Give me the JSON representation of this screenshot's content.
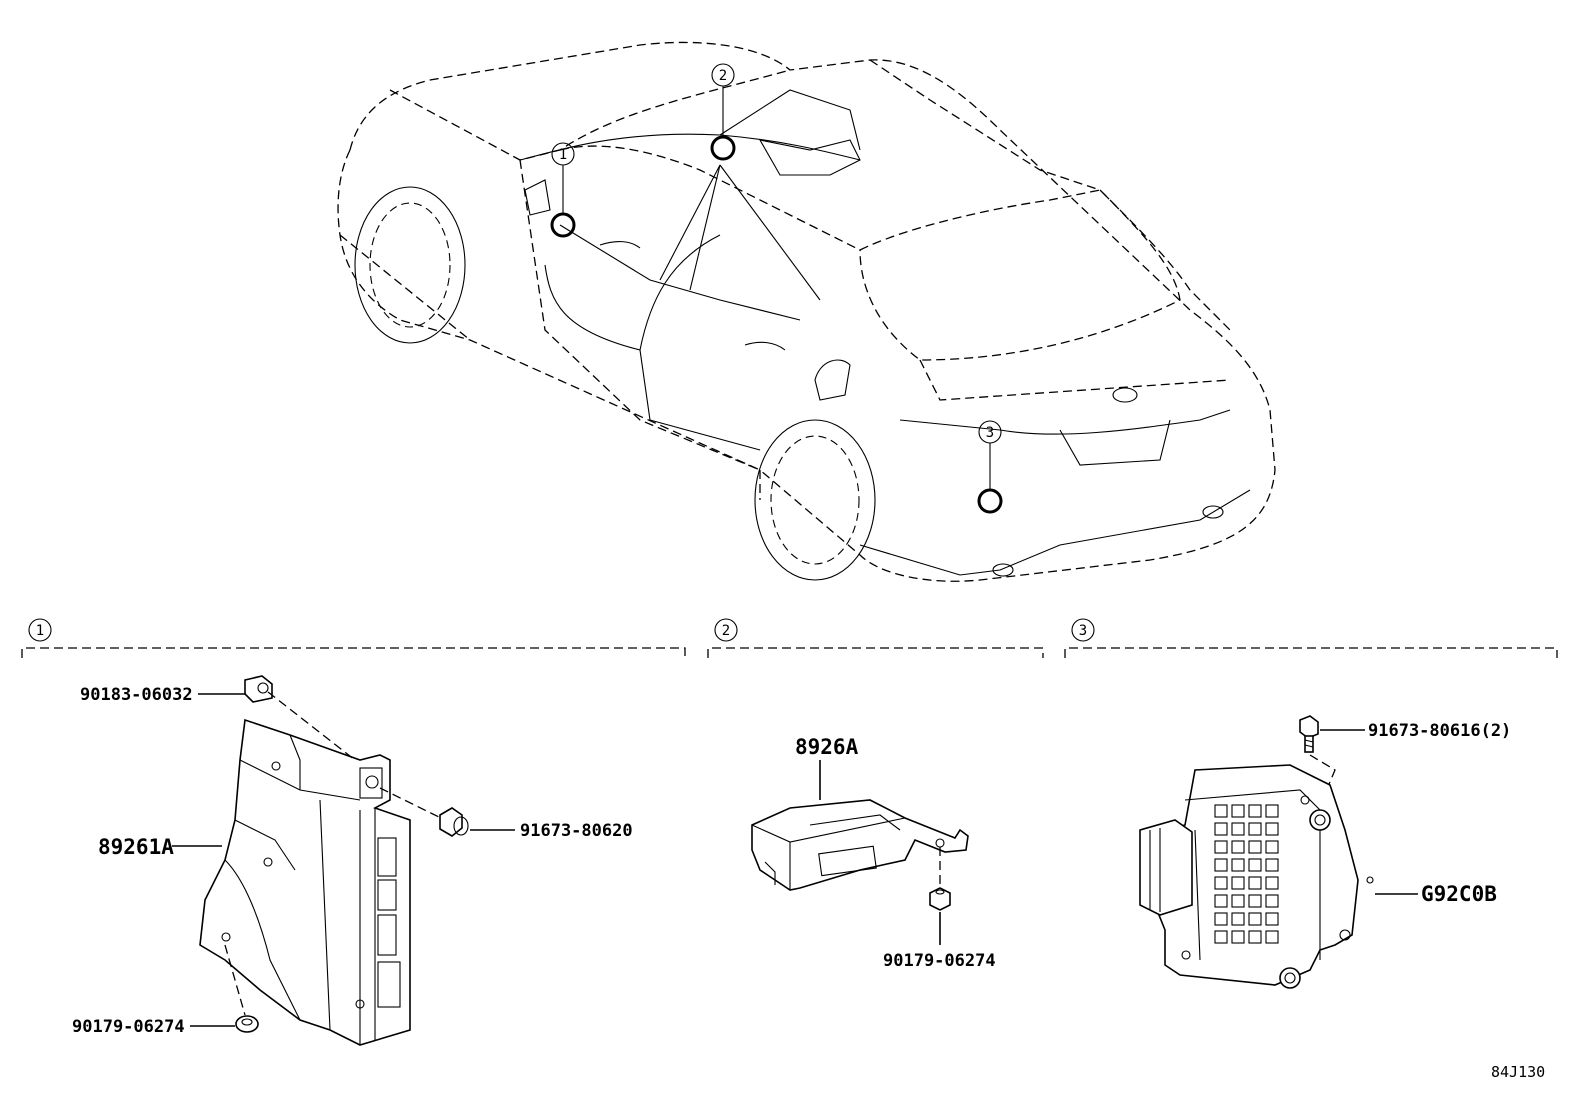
{
  "callouts": {
    "c1": "1",
    "c2": "2",
    "c3": "3"
  },
  "sections": [
    {
      "num": "1"
    },
    {
      "num": "2"
    },
    {
      "num": "3"
    }
  ],
  "parts": {
    "s1_clip": "90183-06032",
    "s1_ecu": "89261A",
    "s1_bolt": "91673-80620",
    "s1_nut": "90179-06274",
    "s2_module": "8926A",
    "s2_nut": "90179-06274",
    "s3_bolt": "91673-80616(2)",
    "s3_module": "G92C0B"
  },
  "ref_code": "84J130"
}
